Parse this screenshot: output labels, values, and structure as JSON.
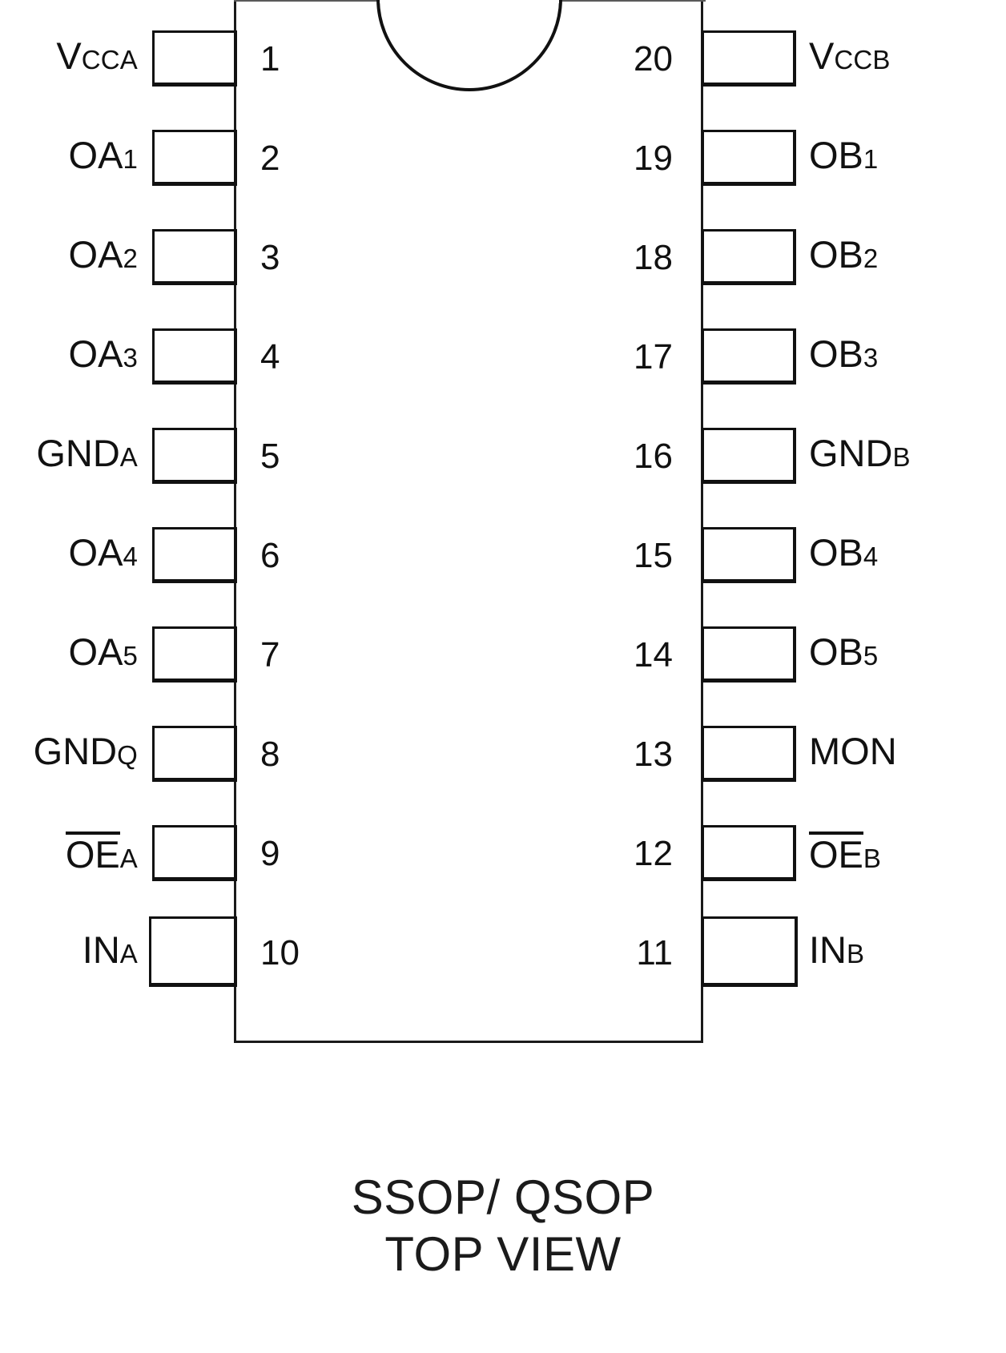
{
  "diagram": {
    "title": "SSOP/ QSOP",
    "subtitle": "TOP VIEW",
    "package": "SSOP/ QSOP",
    "view": "TOP VIEW",
    "pin_count": 20,
    "colors": {
      "outline": "#111111",
      "background": "#ffffff",
      "text": "#111111"
    },
    "notch": "top-center-semicircle"
  },
  "pins": {
    "left": [
      {
        "number": "1",
        "base": "V",
        "sub": "CCA",
        "overline": false
      },
      {
        "number": "2",
        "base": "OA",
        "sub": "1",
        "overline": false
      },
      {
        "number": "3",
        "base": "OA",
        "sub": "2",
        "overline": false
      },
      {
        "number": "4",
        "base": "OA",
        "sub": "3",
        "overline": false
      },
      {
        "number": "5",
        "base": "GND",
        "sub": "A",
        "overline": false
      },
      {
        "number": "6",
        "base": "OA",
        "sub": "4",
        "overline": false
      },
      {
        "number": "7",
        "base": "OA",
        "sub": "5",
        "overline": false
      },
      {
        "number": "8",
        "base": "GND",
        "sub": "Q",
        "overline": false
      },
      {
        "number": "9",
        "base": "OE",
        "sub": "A",
        "overline": true
      },
      {
        "number": "10",
        "base": "IN",
        "sub": "A",
        "overline": false
      }
    ],
    "right": [
      {
        "number": "20",
        "base": "V",
        "sub": "CCB",
        "overline": false
      },
      {
        "number": "19",
        "base": "OB",
        "sub": "1",
        "overline": false
      },
      {
        "number": "18",
        "base": "OB",
        "sub": "2",
        "overline": false
      },
      {
        "number": "17",
        "base": "OB",
        "sub": "3",
        "overline": false
      },
      {
        "number": "16",
        "base": "GND",
        "sub": "B",
        "overline": false
      },
      {
        "number": "15",
        "base": "OB",
        "sub": "4",
        "overline": false
      },
      {
        "number": "14",
        "base": "OB",
        "sub": "5",
        "overline": false
      },
      {
        "number": "13",
        "base": "MON",
        "sub": "",
        "overline": false
      },
      {
        "number": "12",
        "base": "OE",
        "sub": "B",
        "overline": true
      },
      {
        "number": "11",
        "base": "IN",
        "sub": "B",
        "overline": false
      }
    ]
  }
}
